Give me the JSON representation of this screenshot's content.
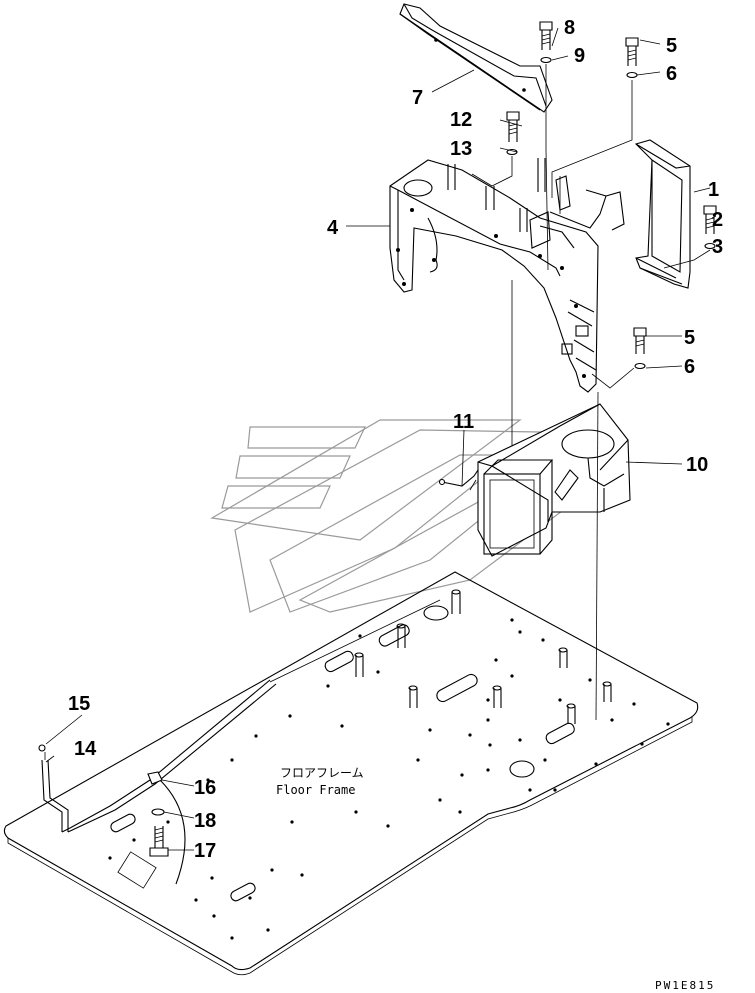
{
  "diagram": {
    "floor_label_jp": "フロアフレーム",
    "floor_label_en": "Floor Frame",
    "drawing_code": "PW1E815",
    "callouts": [
      "1",
      "2",
      "3",
      "4",
      "5",
      "6",
      "7",
      "8",
      "9",
      "10",
      "11",
      "12",
      "13",
      "14",
      "15",
      "16",
      "17",
      "18"
    ],
    "callout_5b": "5",
    "callout_6b": "6"
  }
}
